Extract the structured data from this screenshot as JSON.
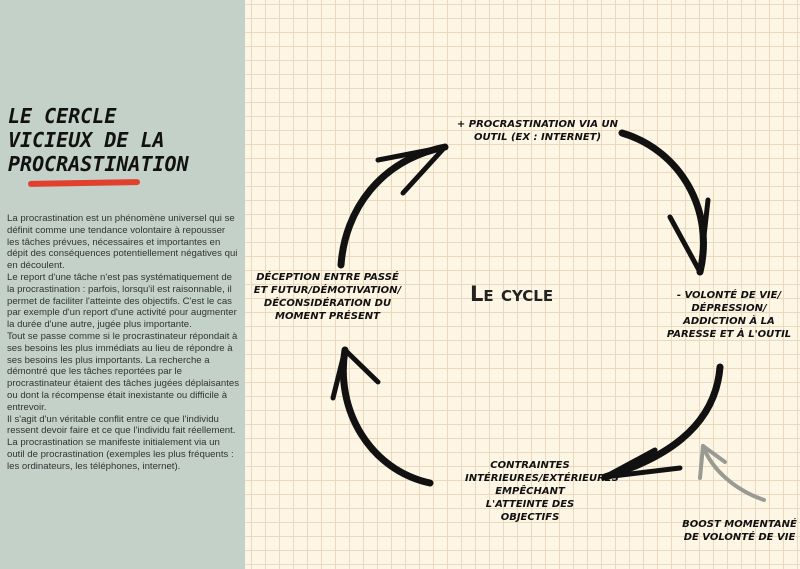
{
  "sidebar": {
    "title_lines": [
      "LE CERCLE",
      "VICIEUX DE LA",
      "PROCRASTINATION"
    ],
    "body": "La procrastination est un phénomène universel qui se définit comme une tendance volontaire à repousser les tâches prévues, nécessaires et importantes en dépit des conséquences potentiellement négatives qui en découlent.\nLe report d'une tâche n'est pas systématiquement de la procrastination : parfois, lorsqu'il est raisonnable, il permet de faciliter l'atteinte des objectifs. C'est le cas par exemple d'un report d'une activité pour augmenter la durée d'une autre, jugée plus importante.\nTout se passe comme si le procrastinateur répondait à ses besoins les plus immédiats au lieu de répondre à ses besoins les plus importants. La recherche a démontré que les tâches reportées par le procrastinateur étaient des tâches jugées déplaisantes ou dont la récompense était inexistante ou difficile à entrevoir.\nIl s'agit d'un véritable conflit entre ce que l'individu ressent devoir faire et ce que l'individu fait réellement.\nLa procrastination se manifeste initialement via un outil de procrastination (exemples les plus fréquents : les ordinateurs, les téléphones, internet)."
  },
  "diagram": {
    "center": "Le cycle",
    "top": "+ Procrastination via un outil (ex : internet)",
    "right": "- Volonté de vie/ dépression/ addiction à la paresse et à l'outil",
    "bottom": "Contraintes intérieures/extérieures empêchant l'atteinte des objectifs",
    "left": "Déception entre passé et futur/démotivation/ déconsidération du moment présent",
    "boost": "Boost momentané de volonté de vie"
  },
  "colors": {
    "accent": "#e0402c",
    "sidebar": "#c3d1c9",
    "paper": "#fdf6e4"
  }
}
